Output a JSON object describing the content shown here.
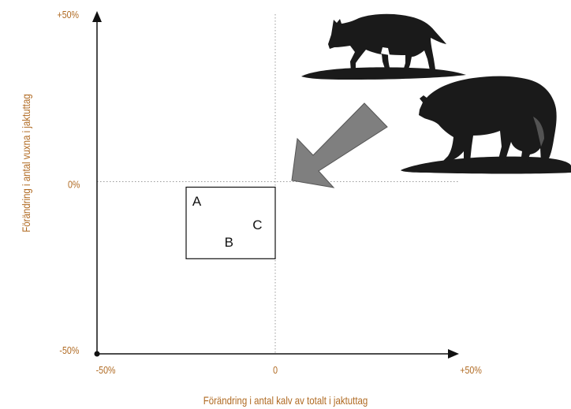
{
  "colors": {
    "axis": "#111111",
    "label": "#b06a22",
    "arrow_fill": "#7f7f7f",
    "silhouette": "#1a1a1a",
    "guide": "#9a9a9a"
  },
  "icons": {
    "wolf": "wolf-silhouette-icon",
    "bear": "bear-silhouette-icon",
    "arrow": "pointer-arrow-icon"
  },
  "chart_data": {
    "type": "scatter",
    "title": "",
    "xlabel": "Förändring i antal kalv av totalt i jaktuttag",
    "ylabel": "Förändring i antal vuxna i jaktuttag",
    "xlim": [
      -50,
      50
    ],
    "ylim": [
      -50,
      50
    ],
    "x_ticks": [
      {
        "value": -50,
        "label": "-50%"
      },
      {
        "value": 0,
        "label": "0"
      },
      {
        "value": 50,
        "label": "+50%"
      }
    ],
    "y_ticks": [
      {
        "value": 50,
        "label": "+50%"
      },
      {
        "value": 0,
        "label": "0%"
      },
      {
        "value": -50,
        "label": "-50%"
      }
    ],
    "grid": false,
    "reference_lines": {
      "x": 0,
      "y": 0
    },
    "region": {
      "x": [
        -25,
        0
      ],
      "y": [
        -22,
        0
      ]
    },
    "points": [
      {
        "label": "A",
        "x": -22,
        "y": -5
      },
      {
        "label": "B",
        "x": -13,
        "y": -17
      },
      {
        "label": "C",
        "x": -5,
        "y": -12
      }
    ]
  }
}
